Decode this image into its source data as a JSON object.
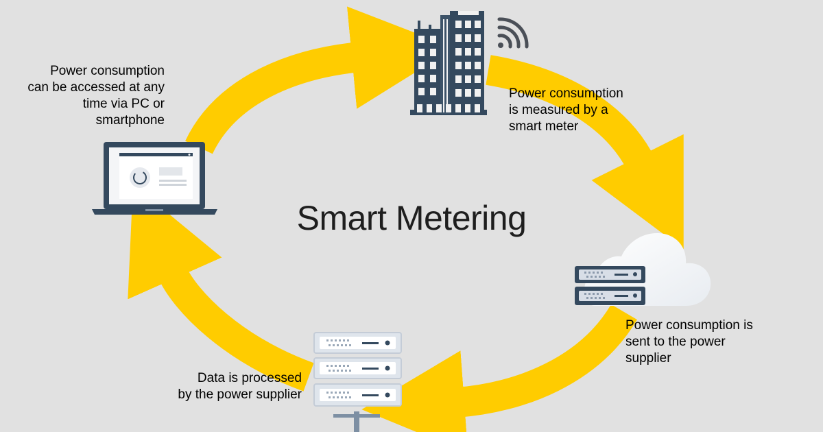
{
  "diagram": {
    "title": "Smart Metering",
    "steps": [
      {
        "text": "Power consumption\nis measured by a\nsmart meter"
      },
      {
        "text": "Power consumption is\nsent to the power\nsupplier"
      },
      {
        "text": "Data is processed\nby the power supplier"
      },
      {
        "text": "Power consumption\ncan be accessed at any\ntime via PC or\nsmartphone"
      }
    ],
    "icons": [
      "office-building-icon",
      "wireless-signal-icon",
      "cloud-server-icon",
      "server-rack-icon",
      "laptop-icon"
    ]
  },
  "colors": {
    "background": "#e1e1e1",
    "arrow": "#ffcc00",
    "icon_dark": "#34495e",
    "icon_light": "#f1f1f1",
    "server_face": "#d8dee7",
    "cloud": "#fafafa"
  }
}
